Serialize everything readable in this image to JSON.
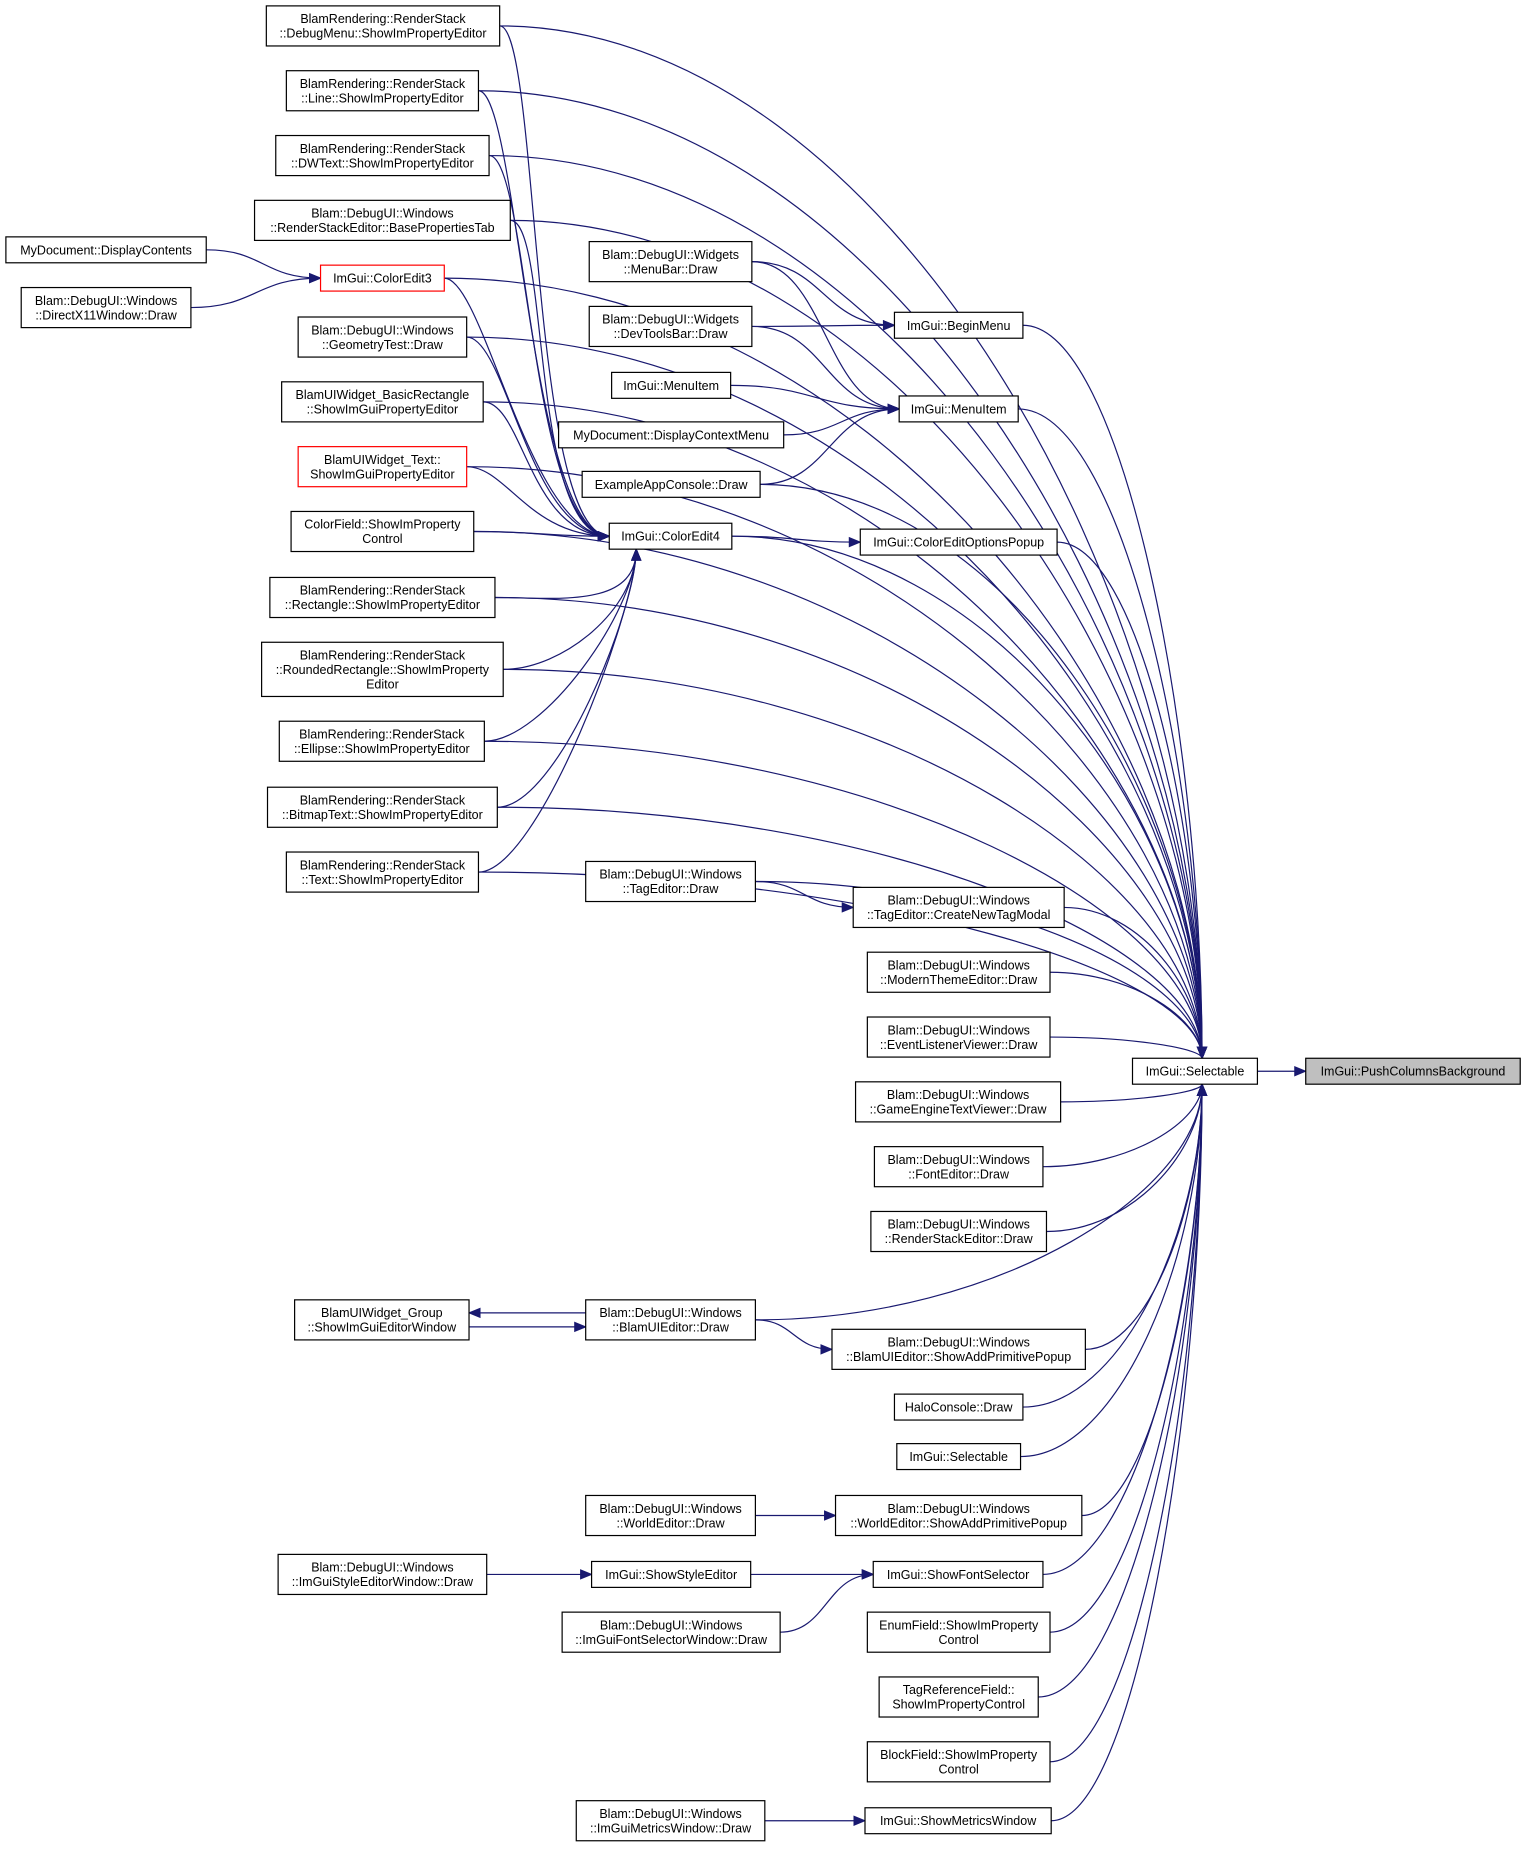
{
  "diagram": {
    "root": "push-columns-background",
    "nodes": [
      {
        "id": "push-columns-background",
        "lines": [
          "ImGui::PushColumnsBackground"
        ],
        "style": "gray"
      },
      {
        "id": "selectable",
        "lines": [
          "ImGui::Selectable"
        ]
      },
      {
        "id": "debugmenu-show",
        "lines": [
          "BlamRendering::RenderStack",
          "::DebugMenu::ShowImPropertyEditor"
        ]
      },
      {
        "id": "line-show",
        "lines": [
          "BlamRendering::RenderStack",
          "::Line::ShowImPropertyEditor"
        ]
      },
      {
        "id": "dwtext-show",
        "lines": [
          "BlamRendering::RenderStack",
          "::DWText::ShowImPropertyEditor"
        ]
      },
      {
        "id": "renderstackeditor-base",
        "lines": [
          "Blam::DebugUI::Windows",
          "::RenderStackEditor::BasePropertiesTab"
        ]
      },
      {
        "id": "mydocument-displaycontents",
        "lines": [
          "MyDocument::DisplayContents"
        ]
      },
      {
        "id": "directx11window-draw",
        "lines": [
          "Blam::DebugUI::Windows",
          "::DirectX11Window::Draw"
        ]
      },
      {
        "id": "coloredit3",
        "lines": [
          "ImGui::ColorEdit3"
        ],
        "style": "red"
      },
      {
        "id": "geometrytest-draw",
        "lines": [
          "Blam::DebugUI::Windows",
          "::GeometryTest::Draw"
        ]
      },
      {
        "id": "basicrectangle-show",
        "lines": [
          "BlamUIWidget_BasicRectangle",
          "::ShowImGuiPropertyEditor"
        ]
      },
      {
        "id": "text-widget-show",
        "lines": [
          "BlamUIWidget_Text::",
          "ShowImGuiPropertyEditor"
        ],
        "style": "red"
      },
      {
        "id": "colorfield-show",
        "lines": [
          "ColorField::ShowImProperty",
          "Control"
        ]
      },
      {
        "id": "rectangle-show",
        "lines": [
          "BlamRendering::RenderStack",
          "::Rectangle::ShowImPropertyEditor"
        ]
      },
      {
        "id": "roundedrectangle-show",
        "lines": [
          "BlamRendering::RenderStack",
          "::RoundedRectangle::ShowImProperty",
          "Editor"
        ]
      },
      {
        "id": "ellipse-show",
        "lines": [
          "BlamRendering::RenderStack",
          "::Ellipse::ShowImPropertyEditor"
        ]
      },
      {
        "id": "bitmaptext-show",
        "lines": [
          "BlamRendering::RenderStack",
          "::BitmapText::ShowImPropertyEditor"
        ]
      },
      {
        "id": "text-show",
        "lines": [
          "BlamRendering::RenderStack",
          "::Text::ShowImPropertyEditor"
        ]
      },
      {
        "id": "coloredit4",
        "lines": [
          "ImGui::ColorEdit4"
        ]
      },
      {
        "id": "menubar-draw",
        "lines": [
          "Blam::DebugUI::Widgets",
          "::MenuBar::Draw"
        ]
      },
      {
        "id": "devtoolsbar-draw",
        "lines": [
          "Blam::DebugUI::Widgets",
          "::DevToolsBar::Draw"
        ]
      },
      {
        "id": "menuitem-left",
        "lines": [
          "ImGui::MenuItem"
        ]
      },
      {
        "id": "displaycontextmenu",
        "lines": [
          "MyDocument::DisplayContextMenu"
        ]
      },
      {
        "id": "exampleappconsole-draw",
        "lines": [
          "ExampleAppConsole::Draw"
        ]
      },
      {
        "id": "beginmenu",
        "lines": [
          "ImGui::BeginMenu"
        ]
      },
      {
        "id": "menuitem",
        "lines": [
          "ImGui::MenuItem"
        ]
      },
      {
        "id": "coloreditoptionspopup",
        "lines": [
          "ImGui::ColorEditOptionsPopup"
        ]
      },
      {
        "id": "tageditor-draw",
        "lines": [
          "Blam::DebugUI::Windows",
          "::TagEditor::Draw"
        ]
      },
      {
        "id": "createnewtagmodal",
        "lines": [
          "Blam::DebugUI::Windows",
          "::TagEditor::CreateNewTagModal"
        ]
      },
      {
        "id": "modernthemeeditor-draw",
        "lines": [
          "Blam::DebugUI::Windows",
          "::ModernThemeEditor::Draw"
        ]
      },
      {
        "id": "eventlistenerviewer-draw",
        "lines": [
          "Blam::DebugUI::Windows",
          "::EventListenerViewer::Draw"
        ]
      },
      {
        "id": "gameenginetextviewer-draw",
        "lines": [
          "Blam::DebugUI::Windows",
          "::GameEngineTextViewer::Draw"
        ]
      },
      {
        "id": "fonteditor-draw",
        "lines": [
          "Blam::DebugUI::Windows",
          "::FontEditor::Draw"
        ]
      },
      {
        "id": "renderstackeditor-draw",
        "lines": [
          "Blam::DebugUI::Windows",
          "::RenderStackEditor::Draw"
        ]
      },
      {
        "id": "group-show",
        "lines": [
          "BlamUIWidget_Group",
          "::ShowImGuiEditorWindow"
        ]
      },
      {
        "id": "blamuieditor-draw",
        "lines": [
          "Blam::DebugUI::Windows",
          "::BlamUIEditor::Draw"
        ]
      },
      {
        "id": "blamuieditor-addprimitive",
        "lines": [
          "Blam::DebugUI::Windows",
          "::BlamUIEditor::ShowAddPrimitivePopup"
        ]
      },
      {
        "id": "haloconsole-draw",
        "lines": [
          "HaloConsole::Draw"
        ]
      },
      {
        "id": "selectable-overload",
        "lines": [
          "ImGui::Selectable"
        ]
      },
      {
        "id": "worldeditor-draw",
        "lines": [
          "Blam::DebugUI::Windows",
          "::WorldEditor::Draw"
        ]
      },
      {
        "id": "worldeditor-addprimitive",
        "lines": [
          "Blam::DebugUI::Windows",
          "::WorldEditor::ShowAddPrimitivePopup"
        ]
      },
      {
        "id": "styleeditorwindow-draw",
        "lines": [
          "Blam::DebugUI::Windows",
          "::ImGuiStyleEditorWindow::Draw"
        ]
      },
      {
        "id": "showstyleeditor",
        "lines": [
          "ImGui::ShowStyleEditor"
        ]
      },
      {
        "id": "showfontselector",
        "lines": [
          "ImGui::ShowFontSelector"
        ]
      },
      {
        "id": "fontselectorwindow-draw",
        "lines": [
          "Blam::DebugUI::Windows",
          "::ImGuiFontSelectorWindow::Draw"
        ]
      },
      {
        "id": "enumfield-show",
        "lines": [
          "EnumField::ShowImProperty",
          "Control"
        ]
      },
      {
        "id": "tagreferencefield-show",
        "lines": [
          "TagReferenceField::",
          "ShowImPropertyControl"
        ]
      },
      {
        "id": "blockfield-show",
        "lines": [
          "BlockField::ShowImProperty",
          "Control"
        ]
      },
      {
        "id": "metricswindow-draw",
        "lines": [
          "Blam::DebugUI::Windows",
          "::ImGuiMetricsWindow::Draw"
        ]
      },
      {
        "id": "showmetricswindow",
        "lines": [
          "ImGui::ShowMetricsWindow"
        ]
      }
    ],
    "edges": [
      [
        "selectable",
        "push-columns-background"
      ],
      [
        "beginmenu",
        "selectable"
      ],
      [
        "menuitem",
        "selectable"
      ],
      [
        "coloreditoptionspopup",
        "selectable"
      ],
      [
        "debugmenu-show",
        "selectable"
      ],
      [
        "line-show",
        "selectable"
      ],
      [
        "dwtext-show",
        "selectable"
      ],
      [
        "renderstackeditor-base",
        "selectable"
      ],
      [
        "coloredit3",
        "selectable"
      ],
      [
        "geometrytest-draw",
        "selectable"
      ],
      [
        "basicrectangle-show",
        "selectable"
      ],
      [
        "text-widget-show",
        "selectable"
      ],
      [
        "colorfield-show",
        "selectable"
      ],
      [
        "rectangle-show",
        "selectable"
      ],
      [
        "roundedrectangle-show",
        "selectable"
      ],
      [
        "ellipse-show",
        "selectable"
      ],
      [
        "bitmaptext-show",
        "selectable"
      ],
      [
        "text-show",
        "selectable"
      ],
      [
        "coloredit4",
        "selectable"
      ],
      [
        "exampleappconsole-draw",
        "selectable"
      ],
      [
        "tageditor-draw",
        "selectable"
      ],
      [
        "createnewtagmodal",
        "selectable"
      ],
      [
        "modernthemeeditor-draw",
        "selectable"
      ],
      [
        "eventlistenerviewer-draw",
        "selectable"
      ],
      [
        "gameenginetextviewer-draw",
        "selectable"
      ],
      [
        "fonteditor-draw",
        "selectable"
      ],
      [
        "renderstackeditor-draw",
        "selectable"
      ],
      [
        "blamuieditor-draw",
        "selectable"
      ],
      [
        "blamuieditor-addprimitive",
        "selectable"
      ],
      [
        "haloconsole-draw",
        "selectable"
      ],
      [
        "selectable-overload",
        "selectable"
      ],
      [
        "worldeditor-addprimitive",
        "selectable"
      ],
      [
        "showfontselector",
        "selectable"
      ],
      [
        "enumfield-show",
        "selectable"
      ],
      [
        "tagreferencefield-show",
        "selectable"
      ],
      [
        "blockfield-show",
        "selectable"
      ],
      [
        "showmetricswindow",
        "selectable"
      ],
      [
        "menubar-draw",
        "beginmenu"
      ],
      [
        "devtoolsbar-draw",
        "beginmenu"
      ],
      [
        "menubar-draw",
        "menuitem"
      ],
      [
        "devtoolsbar-draw",
        "menuitem"
      ],
      [
        "menuitem-left",
        "menuitem"
      ],
      [
        "displaycontextmenu",
        "menuitem"
      ],
      [
        "exampleappconsole-draw",
        "menuitem"
      ],
      [
        "coloredit4",
        "coloreditoptionspopup"
      ],
      [
        "mydocument-displaycontents",
        "coloredit3"
      ],
      [
        "directx11window-draw",
        "coloredit3"
      ],
      [
        "debugmenu-show",
        "coloredit4"
      ],
      [
        "line-show",
        "coloredit4"
      ],
      [
        "dwtext-show",
        "coloredit4"
      ],
      [
        "renderstackeditor-base",
        "coloredit4"
      ],
      [
        "coloredit3",
        "coloredit4"
      ],
      [
        "geometrytest-draw",
        "coloredit4"
      ],
      [
        "basicrectangle-show",
        "coloredit4"
      ],
      [
        "text-widget-show",
        "coloredit4"
      ],
      [
        "colorfield-show",
        "coloredit4"
      ],
      [
        "rectangle-show",
        "coloredit4"
      ],
      [
        "roundedrectangle-show",
        "coloredit4"
      ],
      [
        "ellipse-show",
        "coloredit4"
      ],
      [
        "bitmaptext-show",
        "coloredit4"
      ],
      [
        "text-show",
        "coloredit4"
      ],
      [
        "tageditor-draw",
        "createnewtagmodal"
      ],
      [
        "blamuieditor-draw",
        "group-show"
      ],
      [
        "group-show",
        "blamuieditor-draw"
      ],
      [
        "blamuieditor-draw",
        "blamuieditor-addprimitive"
      ],
      [
        "worldeditor-draw",
        "worldeditor-addprimitive"
      ],
      [
        "styleeditorwindow-draw",
        "showstyleeditor"
      ],
      [
        "showstyleeditor",
        "showfontselector"
      ],
      [
        "fontselectorwindow-draw",
        "showfontselector"
      ],
      [
        "metricswindow-draw",
        "showmetricswindow"
      ]
    ]
  }
}
